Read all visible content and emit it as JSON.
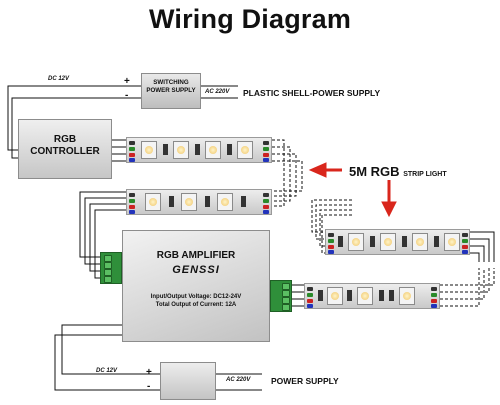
{
  "title": "Wiring Diagram",
  "top_power": {
    "dc_label": "DC 12V",
    "plus": "+",
    "minus": "-",
    "device_line1": "SWITCHING",
    "device_line2": "POWER SUPPLY",
    "ac_label": "AC 220V",
    "description": "PLASTIC SHELL-POWER SUPPLY"
  },
  "controller": {
    "line1": "RGB",
    "line2": "CONTROLLER"
  },
  "strip_callout": {
    "main": "5M RGB",
    "sub": "STRIP LIGHT"
  },
  "amplifier": {
    "title": "RGB AMPLIFIER",
    "brand": "GENSSI",
    "spec1": "Input/Output Voltage: DC12-24V",
    "spec2": "Total Output of Current: 12A"
  },
  "bottom_power": {
    "dc_label": "DC 12V",
    "plus": "+",
    "minus": "-",
    "ac_label": "AC 220V",
    "description": "POWER SUPPLY"
  },
  "colors": {
    "arrow": "#d9261c",
    "terminal": "#2f8f3a",
    "wire": "#111111"
  }
}
